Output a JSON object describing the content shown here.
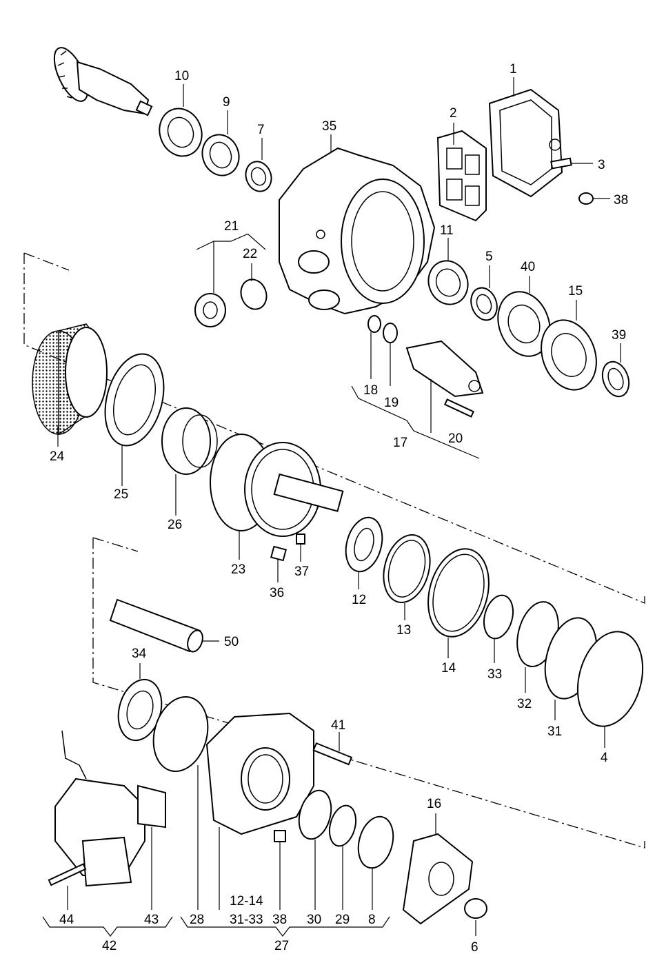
{
  "labels": {
    "p1": "1",
    "p2": "2",
    "p3": "3",
    "p4": "4",
    "p5": "5",
    "p6": "6",
    "p7": "7",
    "p8": "8",
    "p9": "9",
    "p10": "10",
    "p11": "11",
    "p12": "12",
    "p13": "13",
    "p14": "14",
    "p15": "15",
    "p16": "16",
    "p17": "17",
    "p18": "18",
    "p19": "19",
    "p20": "20",
    "p21": "21",
    "p22": "22",
    "p23": "23",
    "p24": "24",
    "p25": "25",
    "p26": "26",
    "p27": "27",
    "p28": "28",
    "p29": "29",
    "p30": "30",
    "p31": "31",
    "p32": "32",
    "p33": "33",
    "p34": "34",
    "p35": "35",
    "p36": "36",
    "p37": "37",
    "p38a": "38",
    "p38b": "38",
    "p39": "39",
    "p40": "40",
    "p41": "41",
    "p42": "42",
    "p43": "43",
    "p44": "44",
    "p50": "50",
    "group27a": "12-14",
    "group27b": "31-33"
  }
}
